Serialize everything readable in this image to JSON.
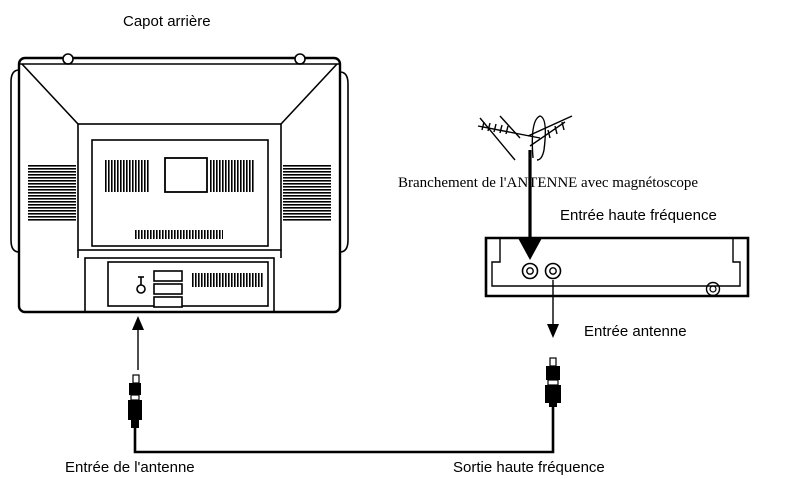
{
  "labels": {
    "rear_cover": "Capot arrière",
    "antenna_vcr_connection": "Branchement de l'ANTENNE avec magnétoscope",
    "rf_input": "Entrée haute fréquence",
    "antenna_input_vcr": "Entrée antenne",
    "tv_antenna_input": "Entrée de l'antenne",
    "rf_output": "Sortie haute fréquence"
  },
  "colors": {
    "line": "#000000",
    "background": "#ffffff"
  }
}
